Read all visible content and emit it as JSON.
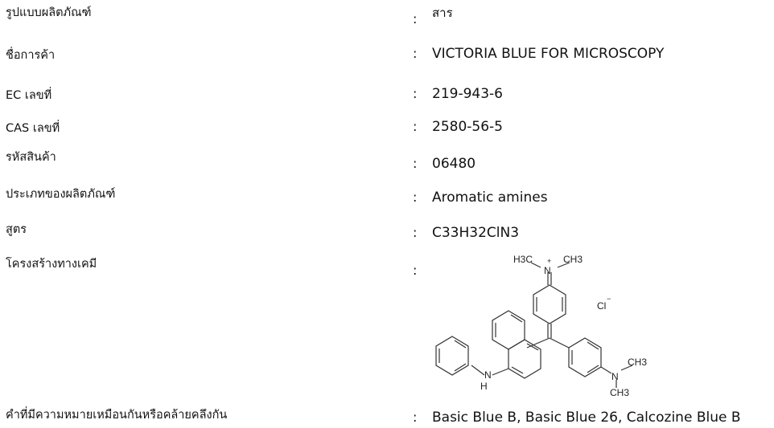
{
  "rows": [
    {
      "label": "รูปแบบผลิตภัณฑ์",
      "colon": ":",
      "value": "สาร"
    },
    {
      "label": "ชื่อการค้า",
      "colon": ":",
      "value": "VICTORIA BLUE FOR MICROSCOPY"
    },
    {
      "label": "EC เลขที่",
      "colon": ":",
      "value": "219-943-6"
    },
    {
      "label": "CAS เลขที่",
      "colon": ":",
      "value": "2580-56-5"
    },
    {
      "label": "รหัสสินค้า",
      "colon": ":",
      "value": "06480"
    },
    {
      "label": "ประเภทของผลิตภัณฑ์",
      "colon": ":",
      "value": "Aromatic amines"
    },
    {
      "label": "สูตร",
      "colon": ":",
      "value": "C33H32ClN3"
    },
    {
      "label": "โครงสร้างทางเคมี",
      "colon": ":",
      "value": ""
    },
    {
      "label": "คำที่มีความหมายเหมือนกันหรือคล้ายคลึงกัน",
      "colon": ":",
      "value": "Basic Blue B, Basic Blue 26, Calcozine Blue B"
    }
  ],
  "structure": {
    "atoms": {
      "h3c_top": "H3C",
      "n_plus": "N",
      "plus": "+",
      "ch3_top": "CH3",
      "cl": "Cl",
      "minus": "−",
      "nh_n": "N",
      "nh_h": "H",
      "n_right": "N",
      "ch3_right": "CH3",
      "ch3_bottom": "CH3"
    }
  }
}
